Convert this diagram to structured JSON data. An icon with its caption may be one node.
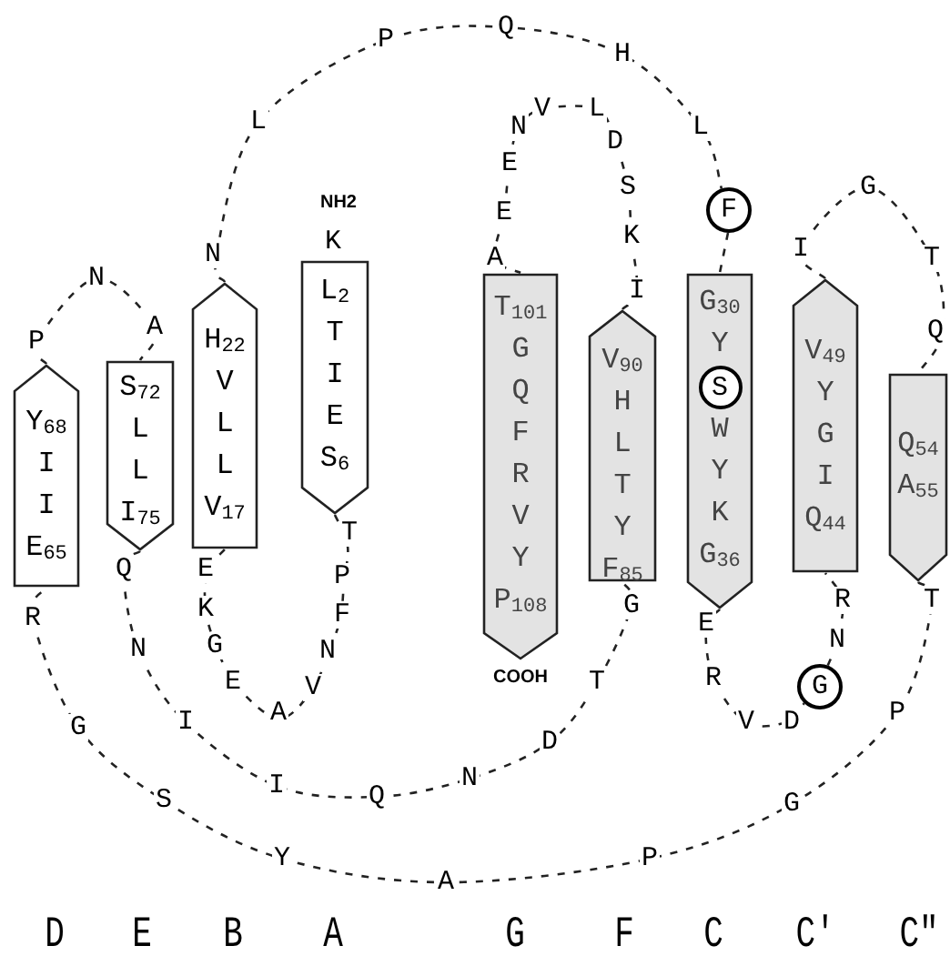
{
  "diagram": {
    "nodes": [
      {
        "text": [
          "Y$_{68}$ I I E$_{65}$"
        ]
      },
      {
        "text": [
          "S$_{72}$ L L I$_{75}$"
        ]
      },
      {
        "text": [
          "H$_{22}$ V L L V$_{17}$"
        ]
      },
      {
        "text": [
          "L$_{2}$ T I E S$_{6}$"
        ]
      },
      {
        "text": [
          "T$_{101}$ G Q F R V Y P$_{108}$"
        ],
        "beside": [
          "COOH"
        ]
      },
      {
        "text": [
          "V$_{90}$ H L T Y F$_{85}$"
        ]
      },
      {
        "text": [
          "G$_{30}$ Y",
          "W Y K G$_{36}$"
        ]
      },
      {
        "text": [
          "S"
        ],
        "in": 6
      },
      {
        "text": [
          "V$_{49}$ Y G I Q$_{44}$"
        ]
      },
      {
        "text": [
          "Q$_{54}$ A$_{55}$"
        ]
      },
      {
        "text": [
          "F"
        ]
      },
      {
        "text": [
          "G"
        ]
      }
    ],
    "edges": [
      {
        "from": 3,
        "to": 2,
        "arrow": "none",
        "style": "dashed"
      },
      {
        "from": 2,
        "to": 10,
        "arrow": "none",
        "style": "dashed"
      },
      {
        "from": 10,
        "to": 6,
        "arrow": "none",
        "style": "dashed"
      },
      {
        "from": 6,
        "to": 11,
        "arrow": "none",
        "style": "dashed"
      },
      {
        "from": 11,
        "to": 8,
        "arrow": "none",
        "style": "dashed"
      },
      {
        "from": 8,
        "to": 9,
        "arrow": "none",
        "style": "dashed"
      },
      {
        "from": 9,
        "to": 0,
        "arrow": "none",
        "style": "dashed"
      },
      {
        "from": 0,
        "to": 1,
        "arrow": "none",
        "style": "dashed"
      },
      {
        "from": 1,
        "to": 5,
        "arrow": "none",
        "style": "dashed"
      },
      {
        "from": 5,
        "to": 4,
        "arrow": "none",
        "style": "dashed"
      }
    ],
    "labels": [
      "Q",
      "P",
      "H",
      "V",
      "L",
      "L",
      "N",
      "L",
      "D",
      "E",
      "G",
      "S",
      "NH2",
      "E",
      "K",
      "K",
      "I",
      "N",
      "A",
      "T",
      "N",
      "I",
      "A",
      "Q",
      "P",
      "T",
      "Q",
      "E",
      "P",
      "R",
      "T",
      "G",
      "K",
      "F",
      "R",
      "E",
      "N",
      "G",
      "N",
      "N",
      "R",
      "E",
      "T",
      "V",
      "A",
      "P",
      "I",
      "V",
      "D",
      "G",
      "D",
      "N",
      "I",
      "Q",
      "S",
      "G",
      "Y",
      "P",
      "A",
      "D",
      "E",
      "B",
      "A",
      "G",
      "F",
      "C",
      "C'",
      "C\""
    ]
  }
}
